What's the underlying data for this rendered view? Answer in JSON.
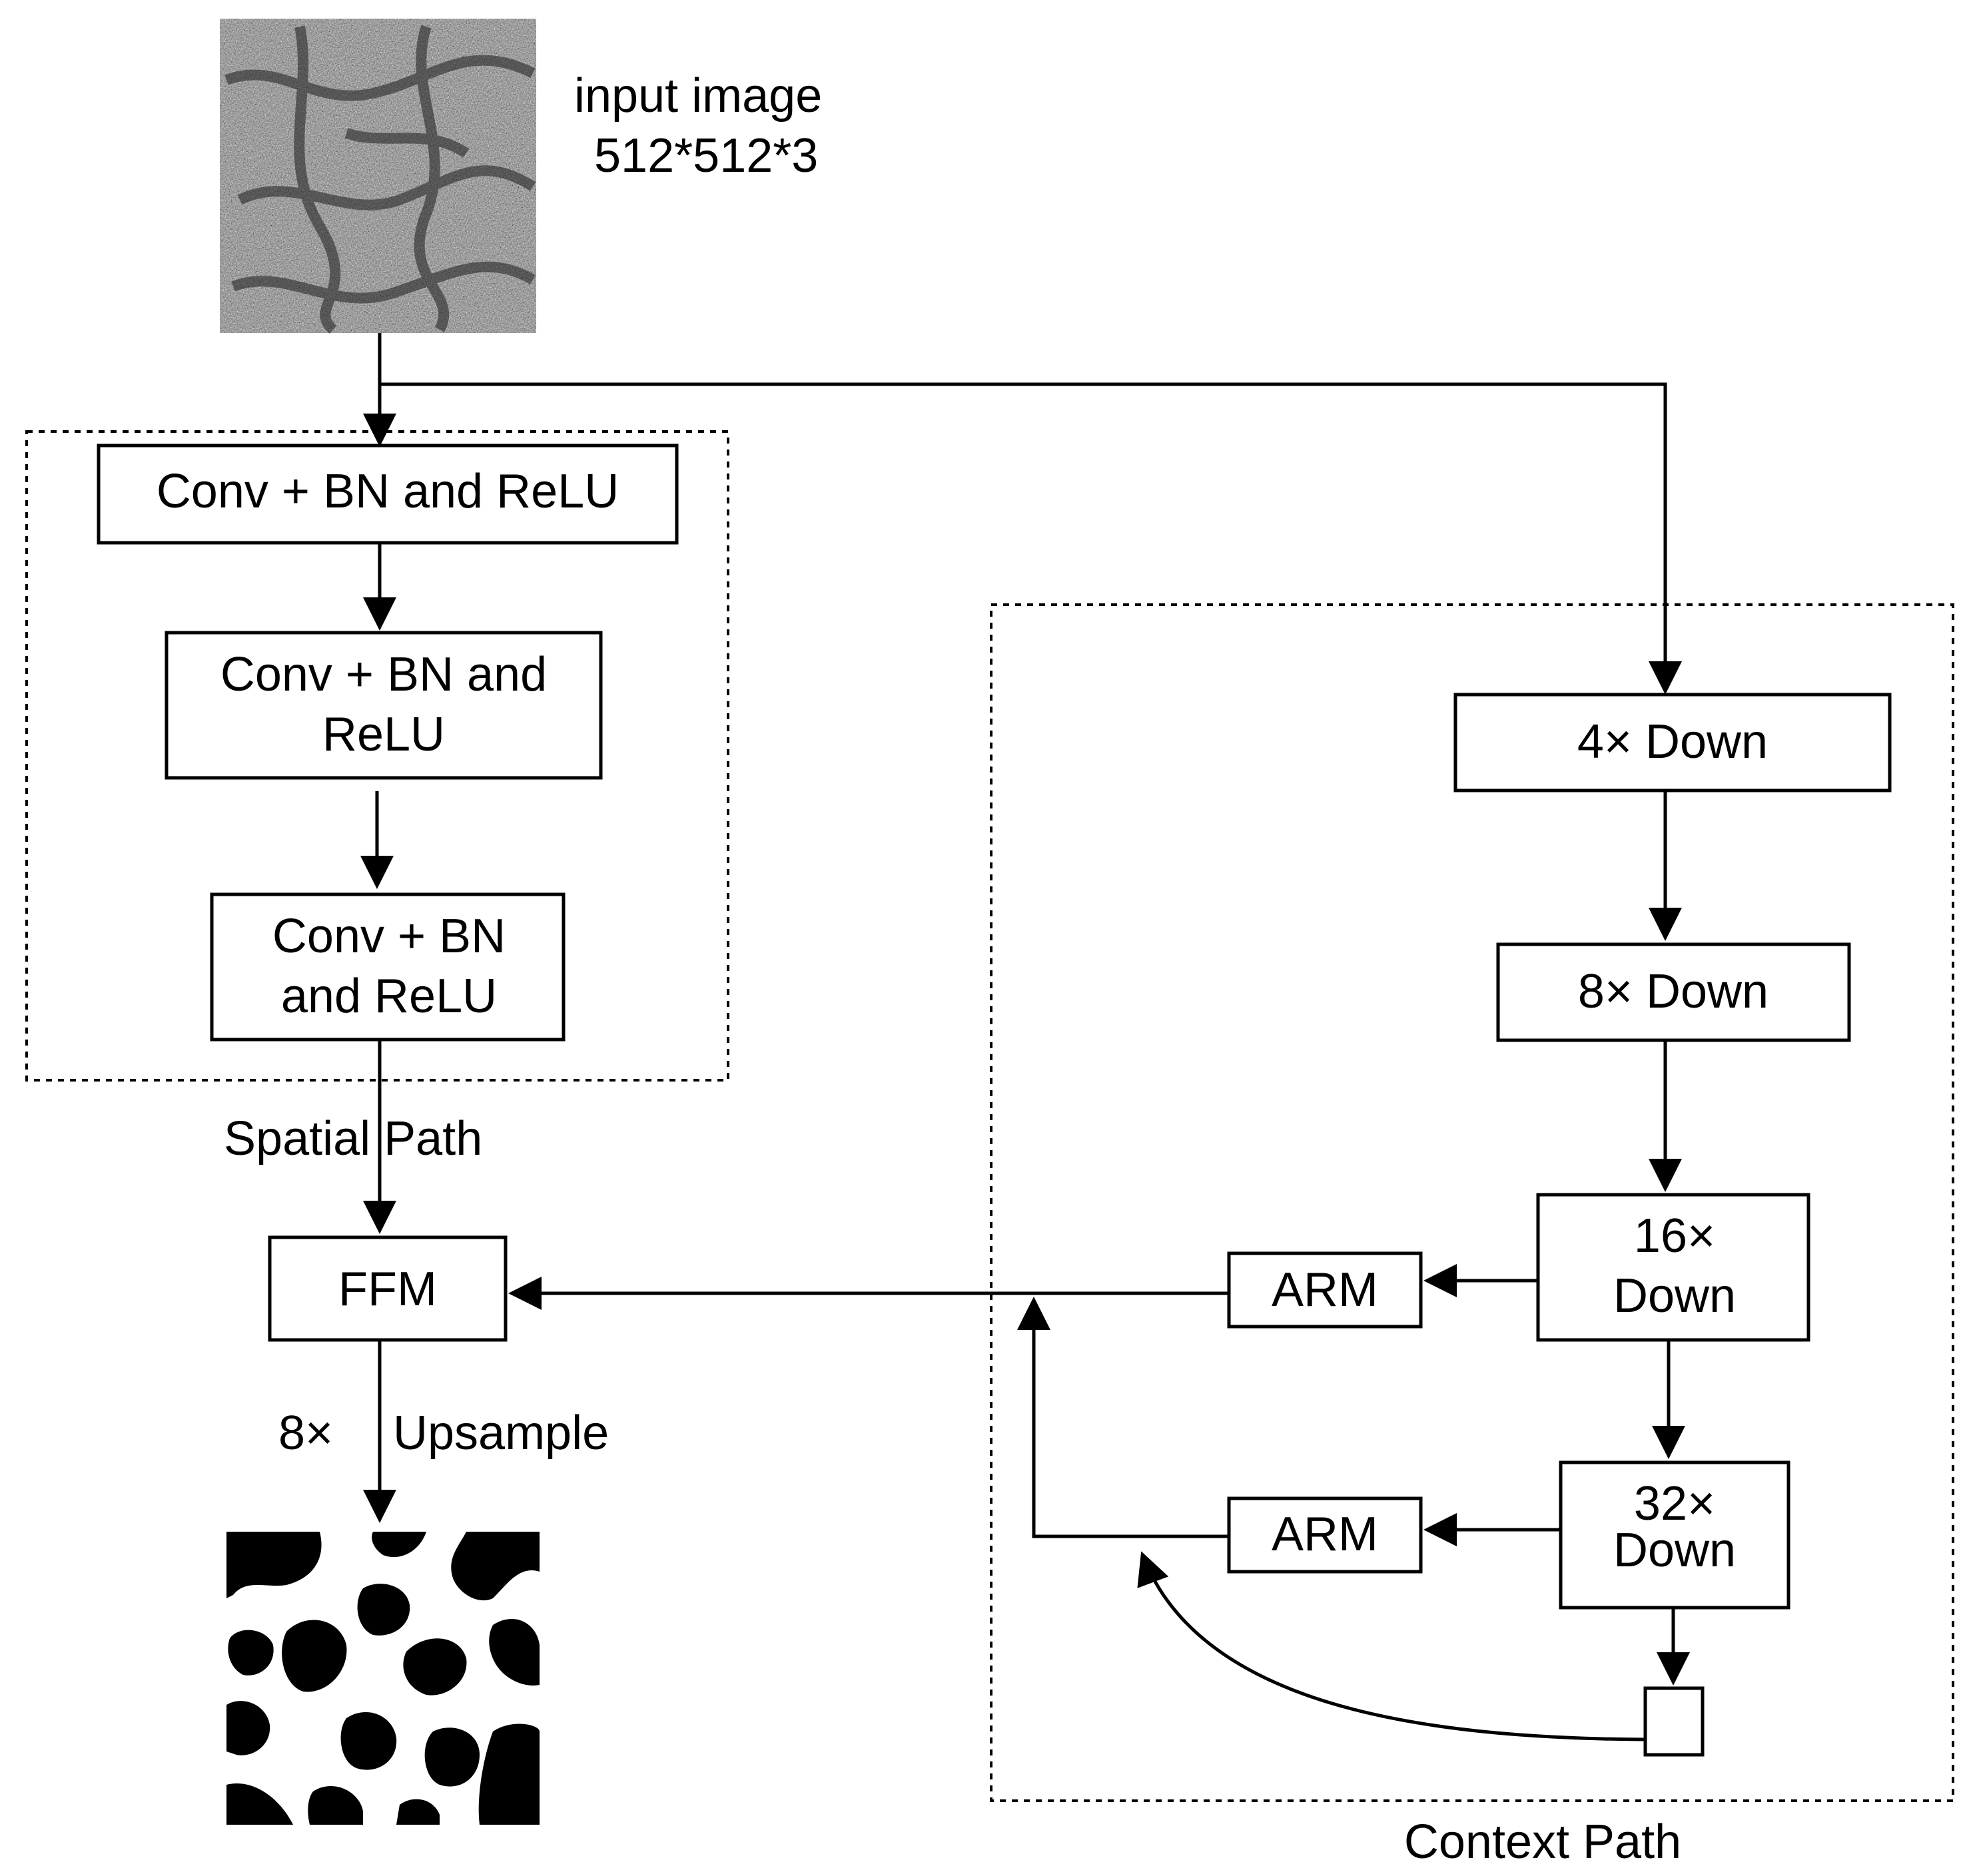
{
  "input": {
    "title": "input image",
    "size": "512*512*3"
  },
  "spatial_path": {
    "label": "Spatial Path",
    "blocks": [
      {
        "lines": [
          "Conv + BN and ReLU"
        ]
      },
      {
        "lines": [
          "Conv + BN and",
          "ReLU"
        ]
      },
      {
        "lines": [
          "Conv + BN",
          "and ReLU"
        ]
      }
    ]
  },
  "ffm": {
    "label": "FFM"
  },
  "upsample": {
    "factor": "8×",
    "label": "Upsample"
  },
  "context_path": {
    "label": "Context Path",
    "downs": [
      {
        "lines": [
          "4× Down"
        ]
      },
      {
        "lines": [
          "8× Down"
        ]
      },
      {
        "lines": [
          "16×",
          "Down"
        ]
      },
      {
        "lines": [
          "32×",
          "Down"
        ]
      }
    ],
    "arms": [
      {
        "label": "ARM"
      },
      {
        "label": "ARM"
      }
    ]
  }
}
